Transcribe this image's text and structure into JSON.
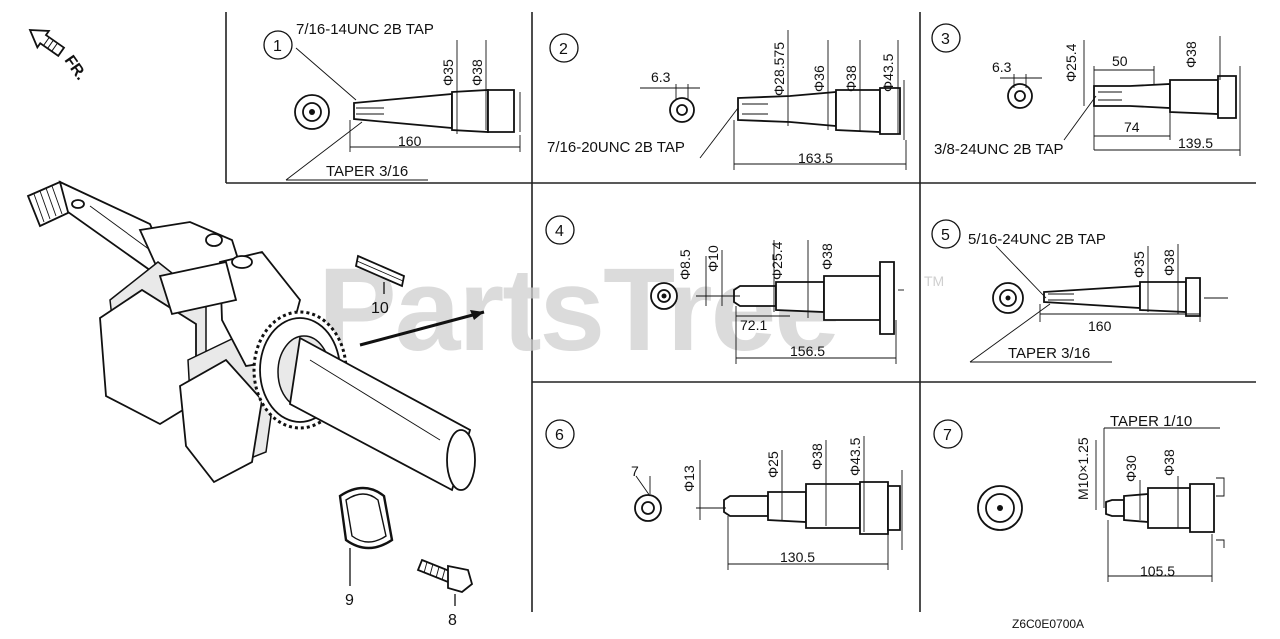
{
  "direction_label": "FR.",
  "watermark": "PartsTree",
  "watermark_tm": "TM",
  "diagram_code": "Z6C0E0700A",
  "parts": [
    {
      "ref": "10"
    },
    {
      "ref": "9"
    },
    {
      "ref": "8"
    }
  ],
  "variants": [
    {
      "number": "1",
      "labels": [
        "7/16-14UNC 2B TAP",
        "Φ35",
        "Φ38",
        "160",
        "TAPER 3/16"
      ]
    },
    {
      "number": "2",
      "labels": [
        "6.3",
        "Φ28.575",
        "Φ36",
        "Φ38",
        "Φ43.5",
        "7/16-20UNC 2B TAP",
        "163.5"
      ]
    },
    {
      "number": "3",
      "labels": [
        "6.3",
        "Φ25.4",
        "50",
        "Φ38",
        "74",
        "3/8-24UNC 2B TAP",
        "139.5"
      ]
    },
    {
      "number": "4",
      "labels": [
        "Φ8.5",
        "Φ10",
        "Φ25.4",
        "Φ38",
        "72.1",
        "156.5"
      ]
    },
    {
      "number": "5",
      "labels": [
        "5/16-24UNC 2B TAP",
        "Φ35",
        "Φ38",
        "160",
        "TAPER 3/16"
      ]
    },
    {
      "number": "6",
      "labels": [
        "7",
        "Φ13",
        "Φ25",
        "Φ38",
        "Φ43.5",
        "130.5"
      ]
    },
    {
      "number": "7",
      "labels": [
        "TAPER 1/10",
        "M10×1.25",
        "Φ30",
        "Φ38",
        "105.5"
      ]
    }
  ]
}
